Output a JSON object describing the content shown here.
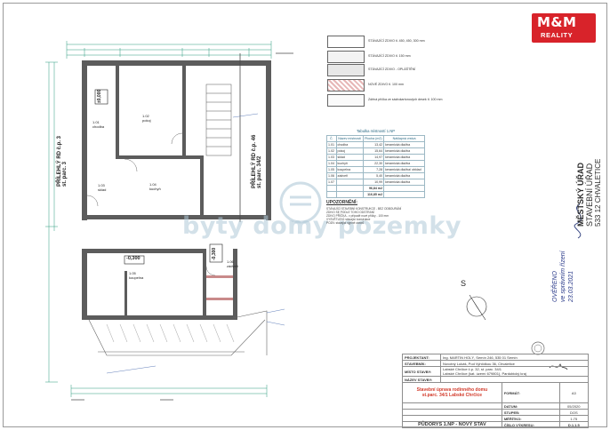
{
  "logo": {
    "brand": "M&M",
    "sub": "REALITY"
  },
  "watermark": "byty domy pozemky",
  "neighbor_left": {
    "line1": "PŘÍLEHLÝ RD č.p. 3",
    "line2": "st. parc. 3"
  },
  "neighbor_right": {
    "line1": "PŘÍLEHLÝ RD č.p. 46",
    "line2": "st. parc. 34/2"
  },
  "levels": {
    "top": "±0,000",
    "bottom": "-0,300",
    "mid": "-0,300"
  },
  "legend": [
    "STÁVAJÍCÍ ZDIVO tl. 450, 450, 300 mm",
    "STÁVAJÍCÍ ZDIVO tl. 150 mm",
    "STÁVAJÍCÍ ZDIVO - OPLÁŠTĚNÍ",
    "NOVÉ ZDIVO tl. 100 mm",
    "Zděná příčka ze sádrokartonových desek tl. 100 mm"
  ],
  "rooms_table": {
    "title": "Tabulka místností 1.NP",
    "headers": [
      "Č.",
      "Název místnosti",
      "Plocha (m2)",
      "Nášlapná vrstva"
    ],
    "rows": [
      [
        "1.01",
        "chodba",
        "13,42",
        "keramická dlažba"
      ],
      [
        "1.02",
        "pokoj",
        "15,64",
        "keramická dlažba"
      ],
      [
        "1.03",
        "sklad",
        "14,97",
        "keramická dlažba"
      ],
      [
        "1.04",
        "kuchyň",
        "22,30",
        "keramická dlažba"
      ],
      [
        "1.05",
        "koupelna",
        "7,28",
        "keramická dlažba/ obklad"
      ],
      [
        "1.06",
        "zádveří",
        "5,40",
        "keramická dlažba"
      ],
      [
        "1.07",
        "",
        "10,99",
        "keramická dlažba"
      ]
    ],
    "total": [
      "",
      "",
      "96,84 m2",
      ""
    ],
    "total2": [
      "",
      "",
      "116,85 m2",
      ""
    ]
  },
  "notes": {
    "title": "UPOZORNĚNÍ:",
    "lines": [
      "STÁVAJÍCÍ STAVEBNÍ KONSTRUKCE - BEZ ODBOURÁNÍ",
      "ZDIVO SE PODLE TOHO ODSTRANÍ",
      "ZDIVO PŘÍČKA - v případě nové příčky - 100 mm",
      "VYSVĚTLENÍ: stávající konstrukce",
      "POZN: stávající výplně otvorů"
    ]
  },
  "stamp": {
    "office": "MĚSTSKÝ ÚŘAD",
    "dept": "STAVEBNÍ ÚŘAD",
    "city": "533 12 CHVALETICE",
    "handwritten1": "OVĚŘENO",
    "handwritten2": "ve správním řízení",
    "date": "23.03.2021"
  },
  "title_block": {
    "projektant_label": "PROJEKTANT:",
    "projektant": "Ing. MARTIN HOLÝ, Semín 246, 535 01 Semín",
    "stavebnik_label": "STAVEBNÍK:",
    "stavebnik": "Novotný Lukáš, Pod Vyhlídkou 36, Chvaletice",
    "stavba_label": "MÍSTO STAVBY:",
    "stavba": "Labské Chrčice č.p. 32, st. parc. 34/1",
    "stavba2": "Labské Chrčice (kat. území 679801), Pardubický kraj",
    "project_name_label": "NÁZEV STAVBY:",
    "project_name1": "Stavební úprava rodinného domu",
    "project_name2": "st.parc. 34/1 Labské Chrčice",
    "format_label": "FORMÁT:",
    "format": "A3",
    "datum_label": "DATUM:",
    "datum": "05/2020",
    "stupen_label": "STUPEŇ:",
    "stupen": "DOS",
    "meritko_label": "MĚŘÍTKO:",
    "meritko": "1:75",
    "drawing_label": "PŮDORYS 1.NP - NOVÝ STAV",
    "cislo_label": "ČÍSLO VÝKRESU:",
    "cislo": "D.1.1.5"
  },
  "north": "S",
  "room_labels": [
    {
      "num": "1.01",
      "name": "chodba"
    },
    {
      "num": "1.02",
      "name": "pokoj"
    },
    {
      "num": "1.03",
      "name": "sklad"
    },
    {
      "num": "1.04",
      "name": "kuchyň"
    },
    {
      "num": "1.05",
      "name": "koupelna"
    },
    {
      "num": "1.06",
      "name": "zádveří"
    }
  ],
  "colors": {
    "wall": "#4a4a4a",
    "dim": "#2b9a7e",
    "note": "#3a5ea8",
    "brand": "#d8232a"
  }
}
